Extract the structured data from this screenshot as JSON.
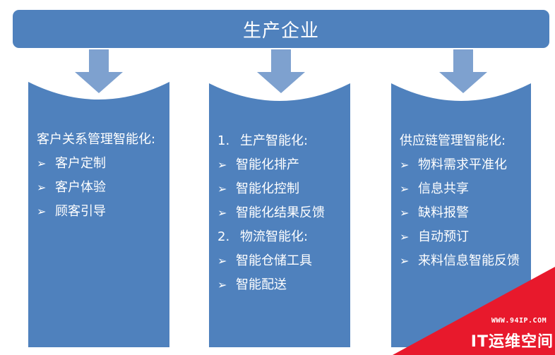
{
  "header": {
    "title": "生产企业"
  },
  "columns": [
    {
      "lines": [
        {
          "kind": "heading",
          "text": "客户关系管理智能化:"
        },
        {
          "kind": "bullet",
          "text": "客户定制"
        },
        {
          "kind": "bullet",
          "text": "客户体验"
        },
        {
          "kind": "bullet",
          "text": "顾客引导"
        }
      ]
    },
    {
      "lines": [
        {
          "kind": "numbered",
          "num": "1.",
          "text": "生产智能化:"
        },
        {
          "kind": "bullet",
          "text": "智能化排产"
        },
        {
          "kind": "bullet",
          "text": "智能化控制"
        },
        {
          "kind": "bullet",
          "text": "智能化结果反馈"
        },
        {
          "kind": "numbered",
          "num": "2.",
          "text": "物流智能化:"
        },
        {
          "kind": "bullet",
          "text": "智能仓储工具"
        },
        {
          "kind": "bullet",
          "text": "智能配送"
        }
      ]
    },
    {
      "lines": [
        {
          "kind": "heading",
          "text": "供应链管理智能化:"
        },
        {
          "kind": "bullet",
          "text": "物料需求平准化"
        },
        {
          "kind": "bullet",
          "text": "信息共享"
        },
        {
          "kind": "bullet",
          "text": "缺料报警"
        },
        {
          "kind": "bullet",
          "text": "自动预订"
        },
        {
          "kind": "bullet",
          "text": "来料信息智能反馈"
        }
      ]
    }
  ],
  "bullet_glyph": "➢",
  "watermark": {
    "url": "WWW.94IP.COM",
    "brand": "IT运维空间"
  },
  "colors": {
    "box": "#4f81bd",
    "arrow": "#7ea1cf",
    "watermark": "#e8192c",
    "text": "#ffffff"
  }
}
